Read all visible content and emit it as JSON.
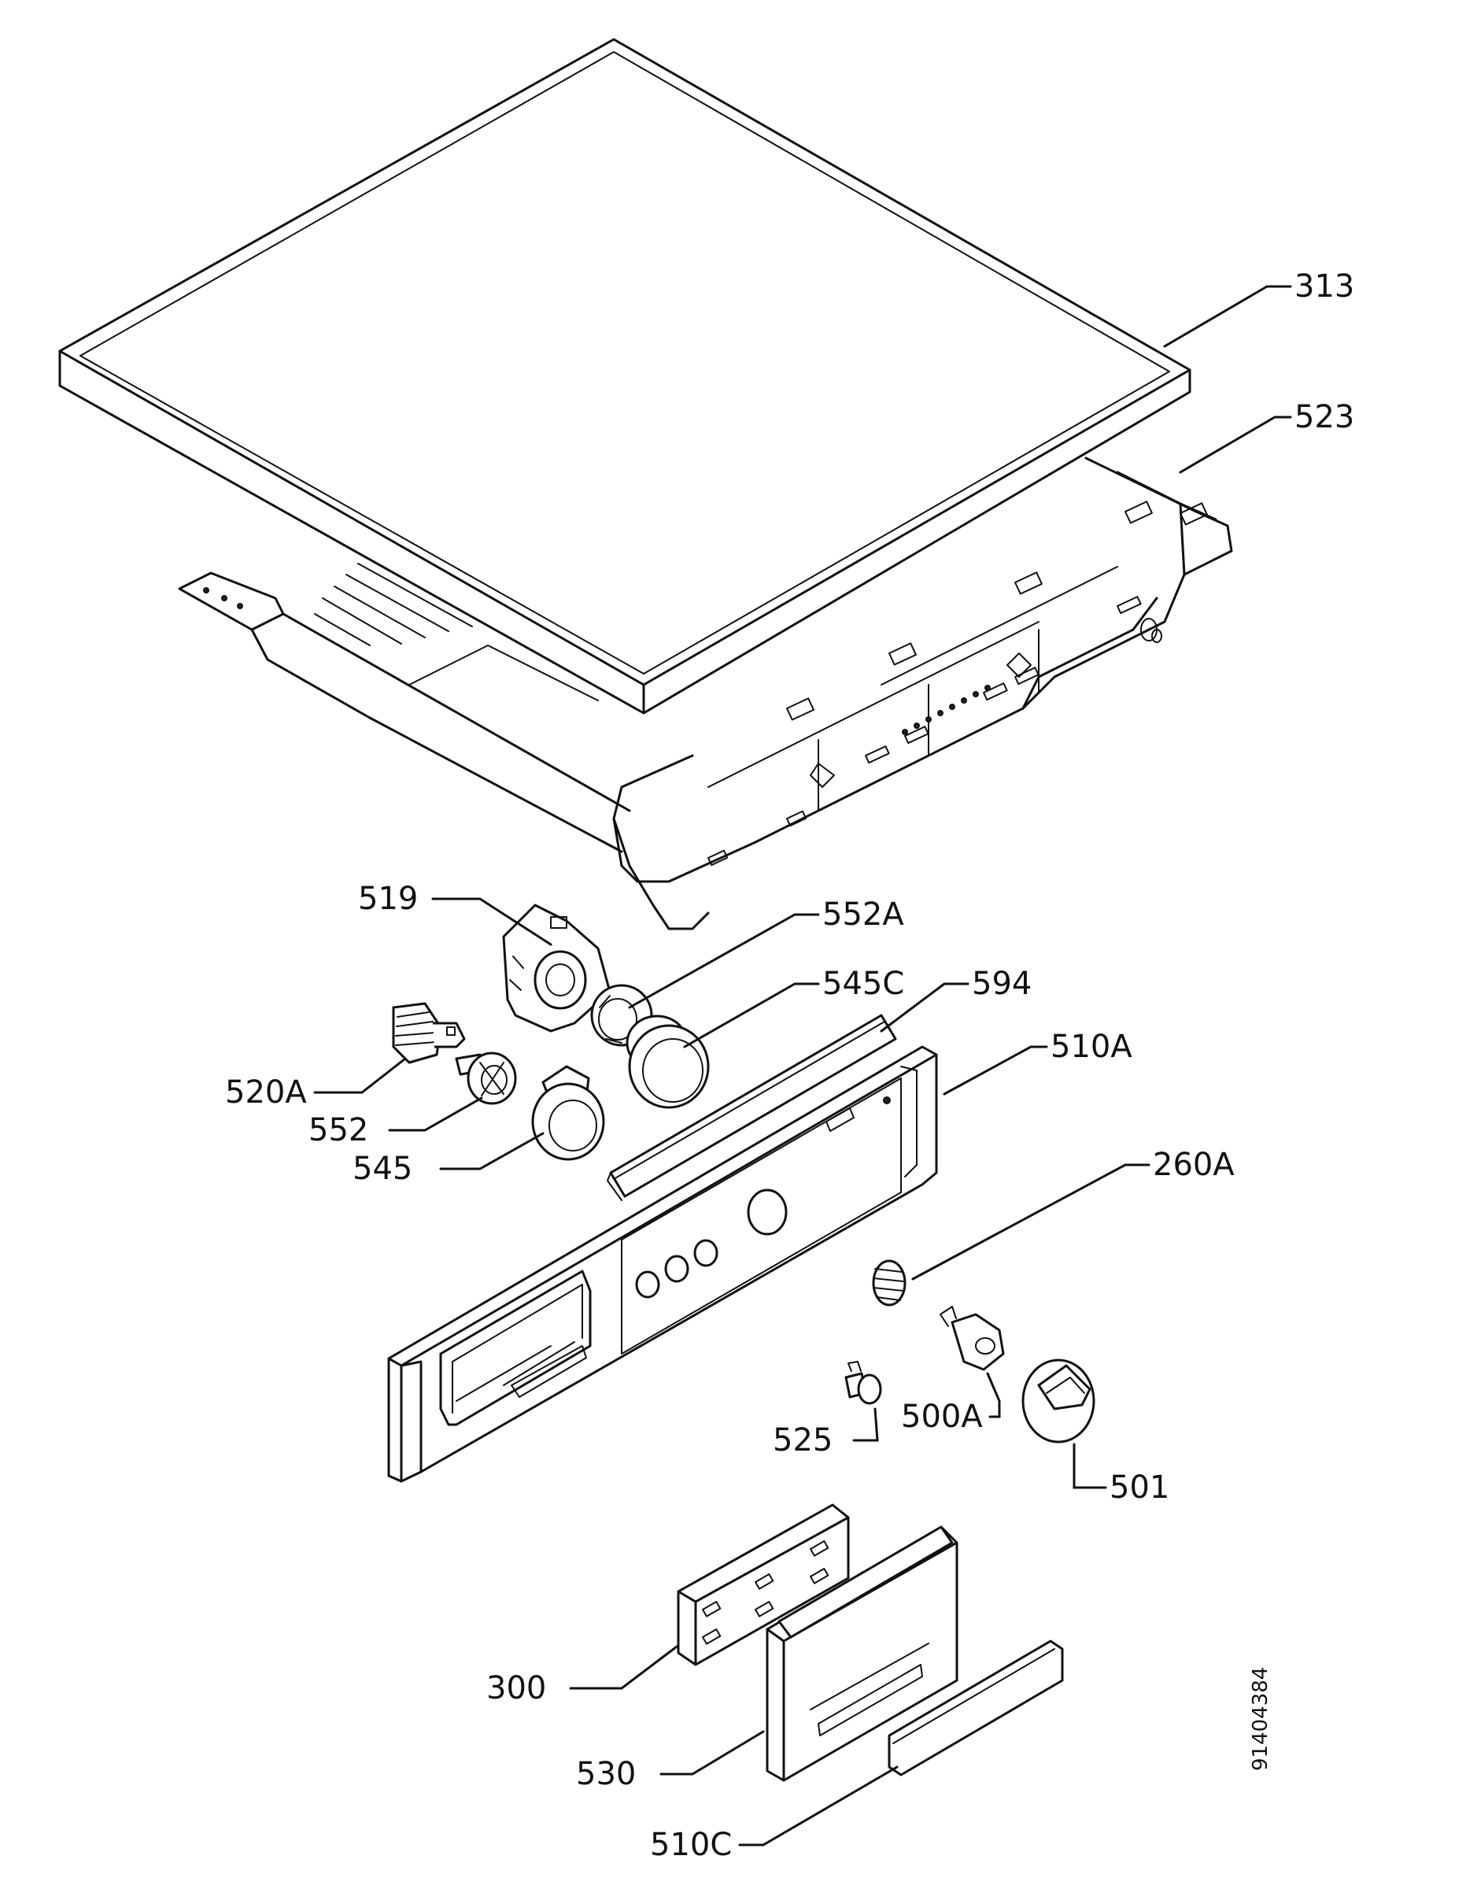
{
  "labels": {
    "p313": "313",
    "p523": "523",
    "p519": "519",
    "p552A": "552A",
    "p545C": "545C",
    "p594": "594",
    "p510A": "510A",
    "p520A": "520A",
    "p552": "552",
    "p545": "545",
    "p260A": "260A",
    "p500A": "500A",
    "p525": "525",
    "p501": "501",
    "p300": "300",
    "p530": "530",
    "p510C": "510C"
  },
  "document_number": "91404384"
}
